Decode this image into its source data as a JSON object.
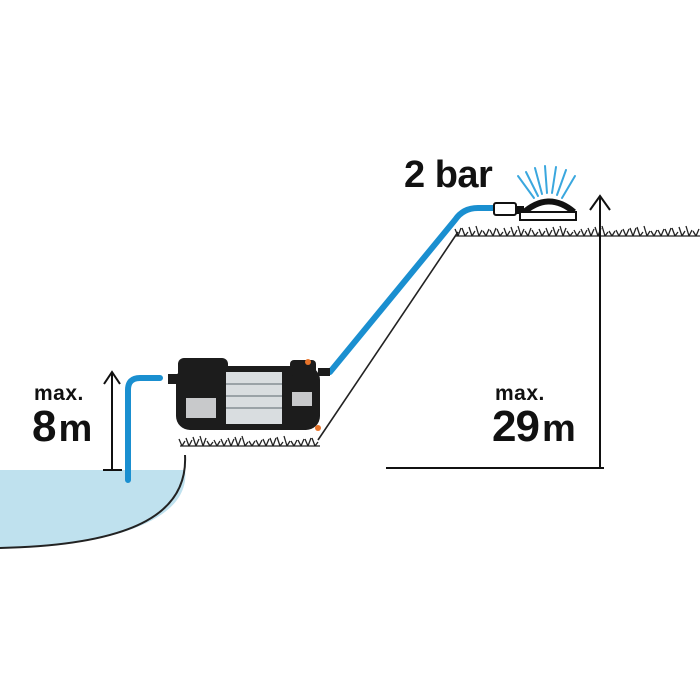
{
  "suction": {
    "caption": "max.",
    "value": "8",
    "unit": "m"
  },
  "lift": {
    "caption": "max.",
    "value": "29",
    "unit": "m"
  },
  "pressure": {
    "text": "2 bar"
  },
  "colors": {
    "water_fill": "#bfe1ee",
    "water_outline": "#222222",
    "hose": "#1a8fd0",
    "line": "#1a1a1a",
    "pump_body": "#1c1c1c",
    "pump_band": "#d9dde0",
    "accent": "#e8742a"
  },
  "icons": {
    "pump": "garden-pump-icon",
    "sprinkler": "oscillating-sprinkler-icon",
    "arrow": "arrow-up-icon"
  }
}
